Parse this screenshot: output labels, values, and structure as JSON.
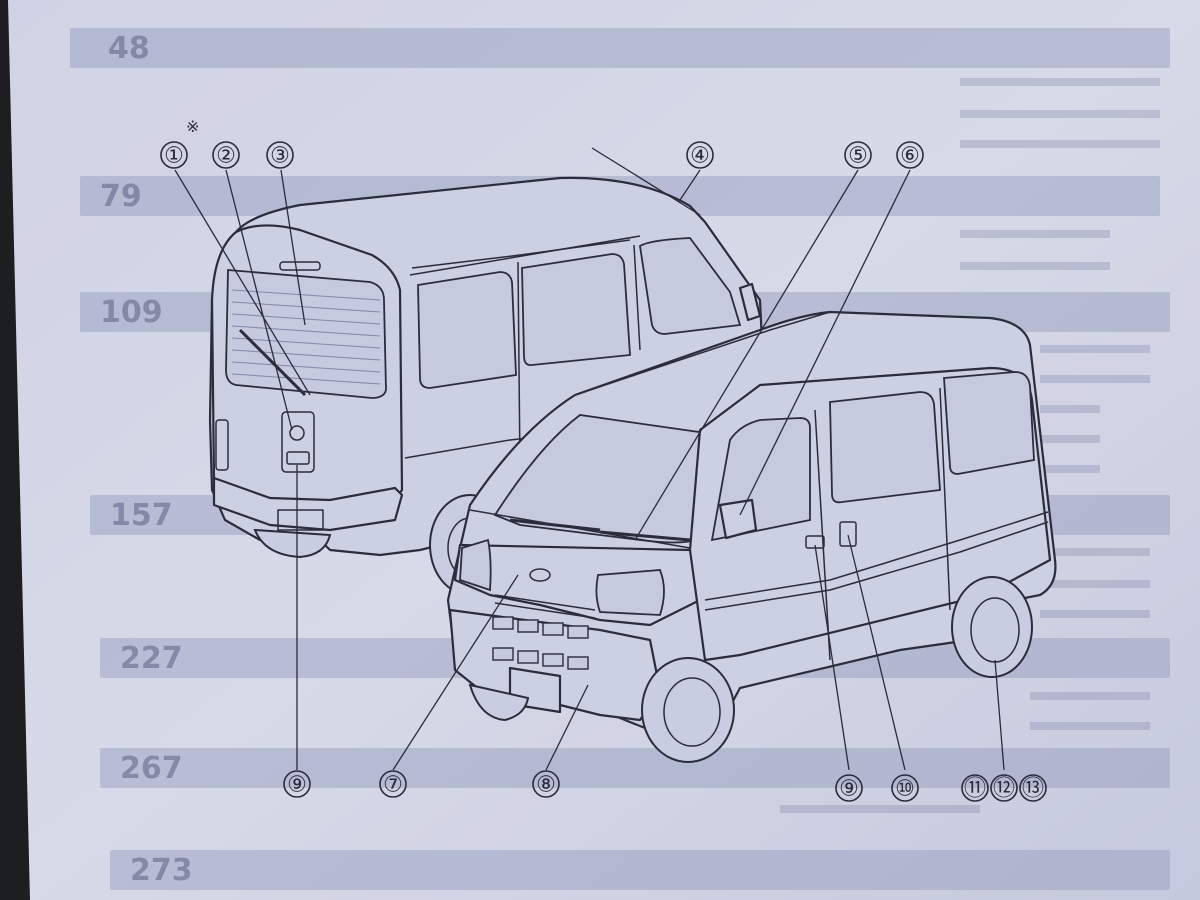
{
  "manual_page": {
    "background_section_numbers": [
      "48",
      "79",
      "109",
      "157",
      "227",
      "267",
      "273"
    ]
  },
  "illustration": {
    "rear_van_icon": "rear-view-van",
    "front_van_icon": "front-view-van"
  },
  "callouts": {
    "c1": "①",
    "c1_mark": "※",
    "c2": "②",
    "c3": "③",
    "c4": "④",
    "c5": "⑤",
    "c6": "⑥",
    "c7": "⑦",
    "c8": "⑧",
    "c9_rear": "⑨",
    "c9_front": "⑨",
    "c10": "⑩",
    "c11": "⑪",
    "c12": "⑫",
    "c13": "⑬"
  },
  "colors": {
    "paper": "#dfe1f0",
    "ink": "#2a2a3a",
    "shadow_band": "#9aa0c4"
  }
}
